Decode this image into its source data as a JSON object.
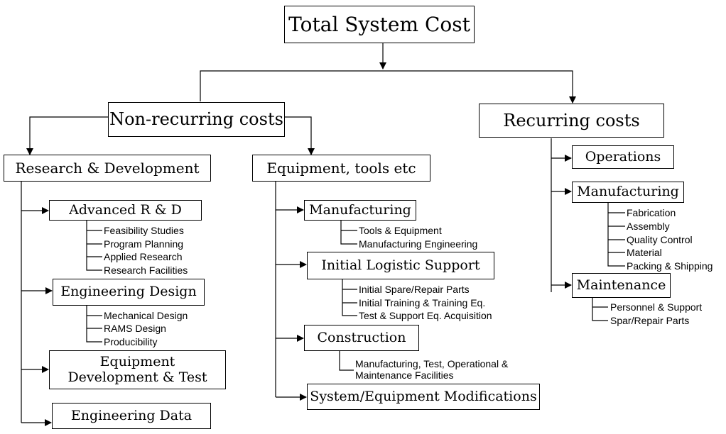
{
  "root": "Total System Cost",
  "nonrecurring": {
    "title": "Non-recurring costs",
    "rd": {
      "title": "Research & Development",
      "advanced": {
        "title": "Advanced R & D",
        "items": [
          "Feasibility Studies",
          "Program Planning",
          "Applied Research",
          "Research Facilities"
        ]
      },
      "engdesign": {
        "title": "Engineering Design",
        "items": [
          "Mechanical Design",
          "RAMS Design",
          "Producibility"
        ]
      },
      "eqdev": {
        "title": "Equipment Development & Test"
      },
      "engdata": {
        "title": "Engineering Data"
      }
    },
    "equipment": {
      "title": "Equipment, tools etc",
      "manufacturing": {
        "title": "Manufacturing",
        "items": [
          "Tools & Equipment",
          "Manufacturing Engineering"
        ]
      },
      "ils": {
        "title": "Initial Logistic Support",
        "items": [
          "Initial Spare/Repair Parts",
          "Initial Training & Training Eq.",
          "Test & Support Eq. Acquisition"
        ]
      },
      "construction": {
        "title": "Construction",
        "items": [
          "Manufacturing, Test, Operational & Maintenance Facilities"
        ]
      },
      "modifications": {
        "title": "System/Equipment Modifications"
      }
    }
  },
  "recurring": {
    "title": "Recurring costs",
    "operations": {
      "title": "Operations"
    },
    "manufacturing": {
      "title": "Manufacturing",
      "items": [
        "Fabrication",
        "Assembly",
        "Quality Control",
        "Material",
        "Packing & Shipping"
      ]
    },
    "maintenance": {
      "title": "Maintenance",
      "items": [
        "Personnel & Support",
        "Spar/Repair Parts"
      ]
    }
  }
}
